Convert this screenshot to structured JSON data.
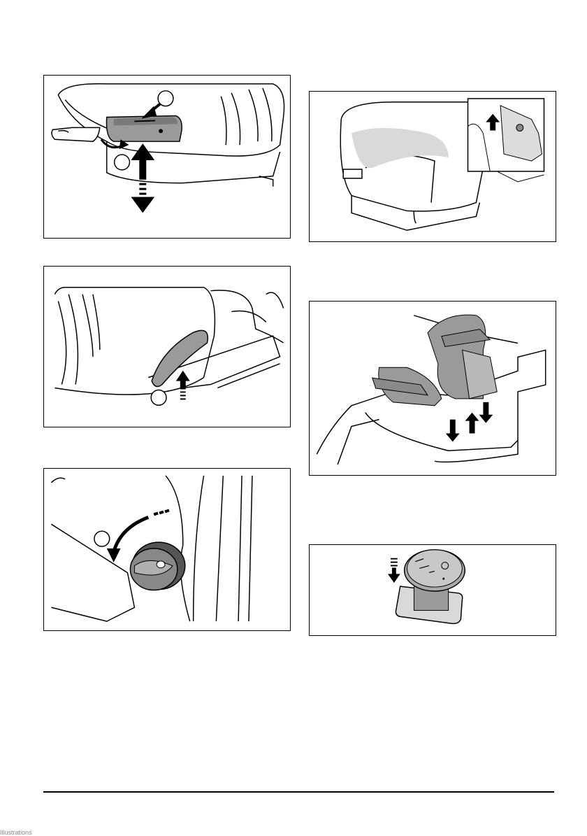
{
  "page": {
    "footer_fragment": "Illustrations"
  },
  "figures": [
    {
      "id": "seat-adjust-lever",
      "callouts": [
        "",
        ""
      ]
    },
    {
      "id": "backrest-lever",
      "callouts": [
        ""
      ]
    },
    {
      "id": "weight-knob",
      "callouts": [
        ""
      ]
    },
    {
      "id": "seat-switch-inset",
      "callouts": []
    },
    {
      "id": "seat-mounting-bolts",
      "callouts": []
    },
    {
      "id": "drive-knob",
      "callouts": []
    }
  ],
  "colors": {
    "line": "#000000",
    "grey": "#9a9a9a",
    "light_grey": "#d9d9d9",
    "dark": "#555555"
  }
}
